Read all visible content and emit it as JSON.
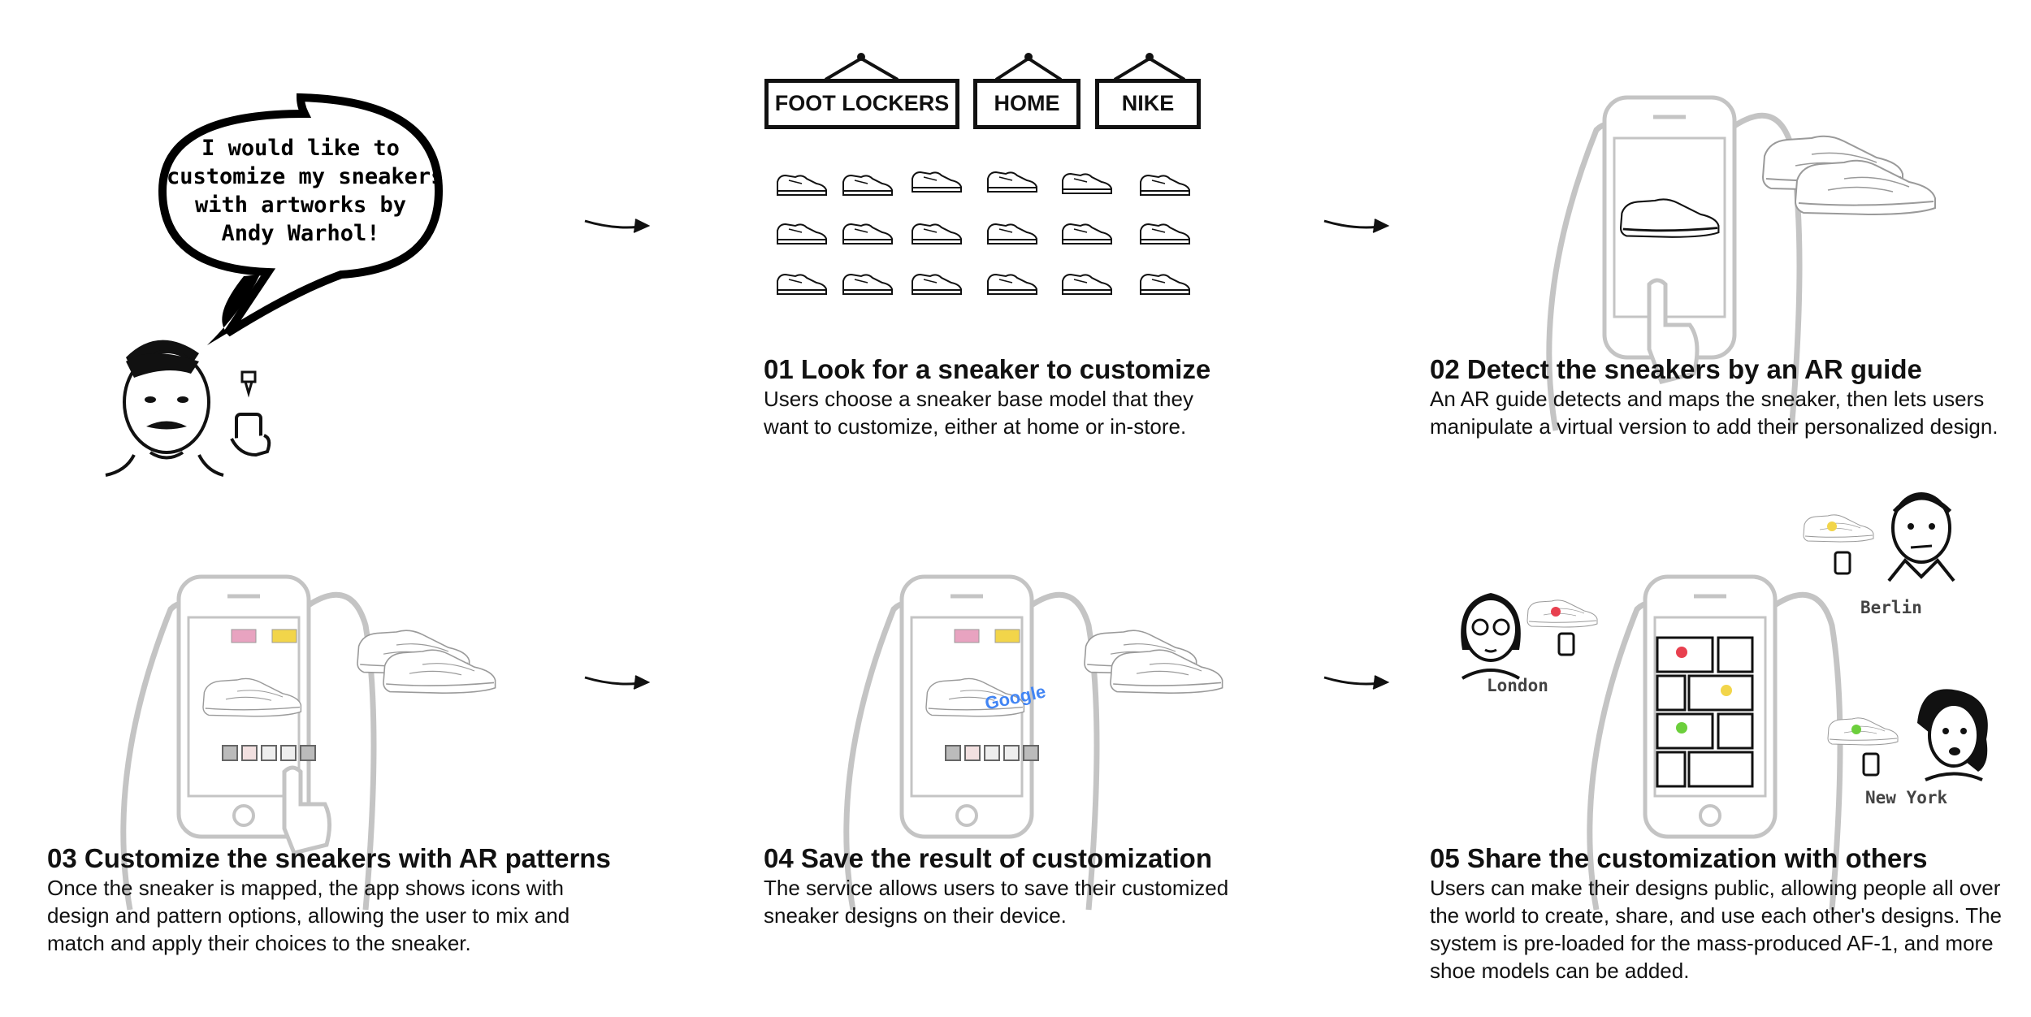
{
  "intro": {
    "speech_lines": [
      "I would like to",
      "customize my sneakers",
      "with artworks by",
      "Andy Warhol!"
    ]
  },
  "stores": [
    "FOOT LOCKERS",
    "HOME",
    "NIKE"
  ],
  "steps": [
    {
      "title": "01  Look for a sneaker to customize",
      "desc_lines": [
        "Users choose a sneaker base model that they",
        "want to customize, either at home or in-store."
      ]
    },
    {
      "title": "02  Detect the sneakers by an AR guide",
      "desc_lines": [
        "An AR guide detects and maps the sneaker, then lets users",
        "manipulate a virtual version to add their personalized design."
      ]
    },
    {
      "title": "03  Customize the sneakers with AR patterns",
      "desc_lines": [
        "Once the sneaker is mapped, the app shows icons with",
        "design and pattern options, allowing the user to mix and",
        "match and apply their choices to the sneaker."
      ]
    },
    {
      "title": "04  Save the result of customization",
      "desc_lines": [
        "The service allows users to save their customized",
        "sneaker designs on their device."
      ]
    },
    {
      "title": "05  Share the customization with others",
      "desc_lines": [
        "Users can make their designs public, allowing people all over",
        "the world to create, share, and use each other's designs. The",
        "system is pre-loaded for the mass-produced AF-1, and more",
        "shoe models can be added."
      ]
    }
  ],
  "phone_text": {
    "google": "Google"
  },
  "cities": [
    "London",
    "Berlin",
    "New York"
  ],
  "colors": {
    "ink": "#111111",
    "sketch_gray": "#bdbdbd",
    "red": "#e8404f",
    "green": "#6ccf3c",
    "yellow": "#f2d54a"
  }
}
